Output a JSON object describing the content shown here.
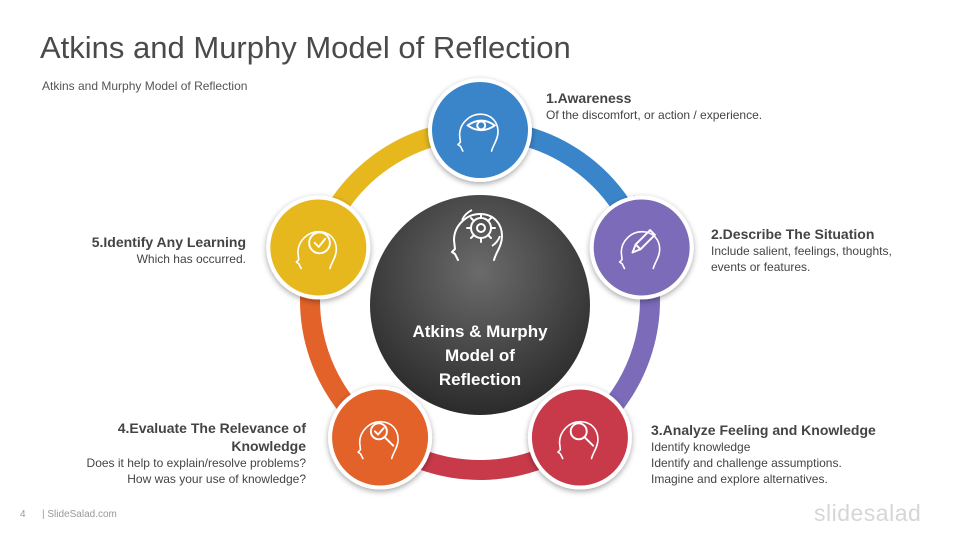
{
  "title": "Atkins and Murphy Model of Reflection",
  "subtitle": "Atkins and  Murphy  Model of Reflection",
  "center": {
    "line1": "Atkins & Murphy",
    "line2": "Model of",
    "line3": "Reflection"
  },
  "steps": [
    {
      "title": "1.Awareness",
      "desc": [
        "Of the discomfort,  or action / experience."
      ],
      "color": "#3a85c9",
      "icon": "eye-head-icon"
    },
    {
      "title": "2.Describe The Situation",
      "desc": [
        "Include salient, feelings, thoughts,",
        "events or features."
      ],
      "color": "#7b6bb8",
      "icon": "pencil-head-icon"
    },
    {
      "title": "3.Analyze Feeling  and Knowledge",
      "desc": [
        "Identify knowledge",
        "Identify and challenge  assumptions.",
        "Imagine and explore alternatives."
      ],
      "color": "#c8394a",
      "icon": "magnifier-head-icon"
    },
    {
      "title_lines": [
        "4.Evaluate The Relevance of",
        "Knowledge"
      ],
      "desc": [
        "Does it help to explain/resolve  problems?",
        "How was your use of knowledge?"
      ],
      "color": "#e2622a",
      "icon": "check-magnifier-head-icon"
    },
    {
      "title": "5.Identify Any Learning",
      "desc": [
        "Which has occurred."
      ],
      "color": "#e6b81e",
      "icon": "check-head-icon"
    }
  ],
  "footer": {
    "page_number": "4",
    "site": "| SlideSalad.com",
    "logo": "slidesalad"
  }
}
